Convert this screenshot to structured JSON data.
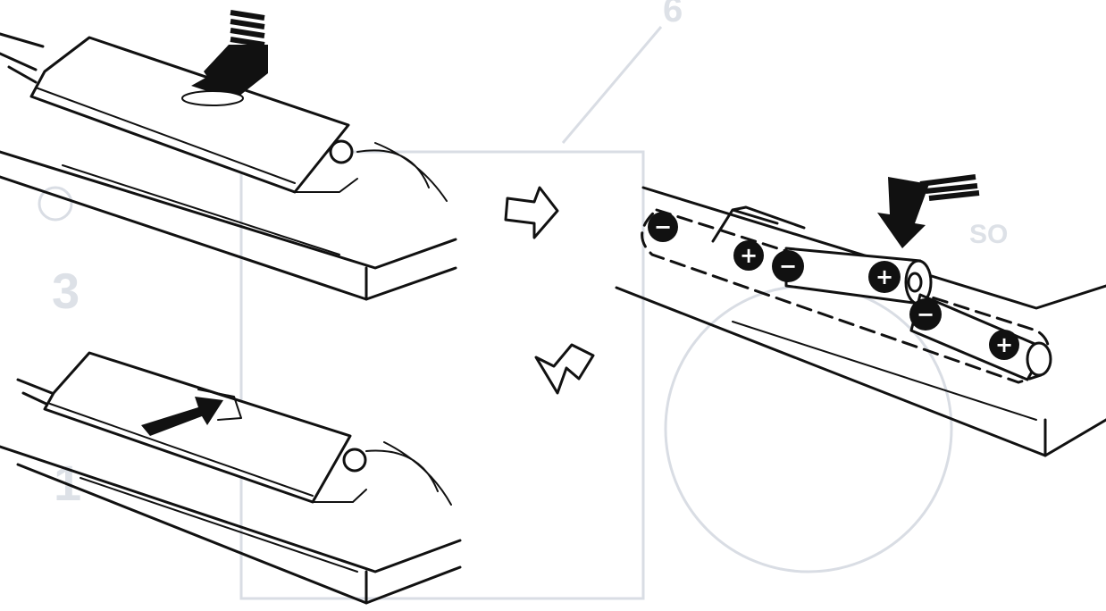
{
  "diagram": {
    "steps": [
      {
        "id": "open-cover",
        "icon": "push-slide-arrow-icon"
      },
      {
        "id": "insert-batteries",
        "icon": "press-down-arrow-icon"
      },
      {
        "id": "close-cover",
        "icon": "slide-close-arrow-icon"
      }
    ],
    "flow_arrows": [
      "hollow-right-arrow-icon",
      "hollow-down-left-arrow-icon"
    ],
    "battery_compartment": {
      "polarity_marks": [
        {
          "symbol": "−",
          "name": "minus-terminal-left"
        },
        {
          "symbol": "+",
          "name": "plus-terminal-upper"
        },
        {
          "symbol": "−",
          "name": "minus-battery-top"
        },
        {
          "symbol": "+",
          "name": "plus-battery-top"
        },
        {
          "symbol": "−",
          "name": "minus-battery-bottom"
        },
        {
          "symbol": "+",
          "name": "plus-terminal-right"
        }
      ]
    },
    "show_through": {
      "digit_top": "6",
      "digit_left": "3",
      "digit_bottom": "1",
      "fragment": "SO"
    }
  }
}
